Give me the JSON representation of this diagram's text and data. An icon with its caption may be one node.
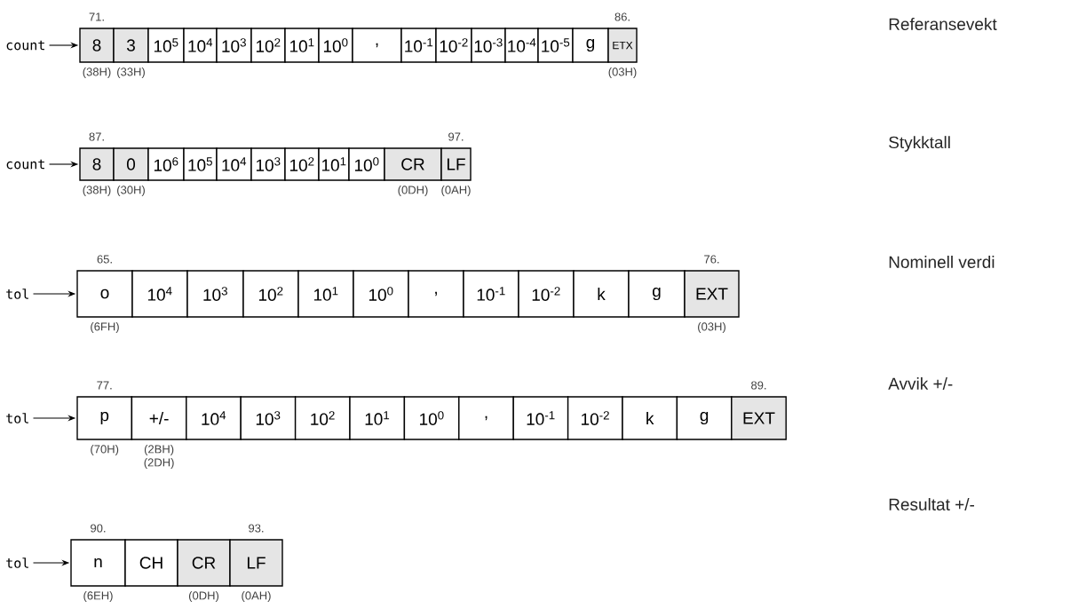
{
  "diagram": {
    "nodes": [
      {
        "text": [
          "count"
        ]
      },
      {
        "text": [
          "8"
        ],
        "beside": [
          "71.",
          "(38H)"
        ]
      },
      {
        "text": [
          "3"
        ],
        "beside": [
          "(33H)"
        ]
      },
      {
        "text": [
          "10$^{5}$"
        ]
      },
      {
        "text": [
          "10$^{4}$"
        ]
      },
      {
        "text": [
          "10$^{3}$"
        ]
      },
      {
        "text": [
          "10$^{2}$"
        ]
      },
      {
        "text": [
          "10$^{1}$"
        ]
      },
      {
        "text": [
          "10$^{0}$"
        ]
      },
      {
        "text": [
          ","
        ]
      },
      {
        "text": [
          "10$^{-1}$"
        ]
      },
      {
        "text": [
          "10$^{-2}$"
        ]
      },
      {
        "text": [
          "10$^{-3}$"
        ]
      },
      {
        "text": [
          "10$^{-4}$"
        ]
      },
      {
        "text": [
          "10$^{-5}$"
        ]
      },
      {
        "text": [
          "g"
        ]
      },
      {
        "text": [
          "ETX"
        ],
        "beside": [
          "86.",
          "(03H)"
        ]
      },
      {
        "text": [
          "count"
        ]
      },
      {
        "text": [
          "8"
        ],
        "beside": [
          "87.",
          "(38H)"
        ]
      },
      {
        "text": [
          "0"
        ],
        "beside": [
          "(30H)"
        ]
      },
      {
        "text": [
          "10$^{6}$"
        ]
      },
      {
        "text": [
          "10$^{5}$"
        ]
      },
      {
        "text": [
          "10$^{4}$"
        ]
      },
      {
        "text": [
          "10$^{3}$"
        ]
      },
      {
        "text": [
          "10$^{2}$"
        ]
      },
      {
        "text": [
          "10$^{1}$"
        ]
      },
      {
        "text": [
          "10$^{0}$"
        ]
      },
      {
        "text": [
          "CR"
        ],
        "beside": [
          "(0DH)"
        ]
      },
      {
        "text": [
          "LF"
        ],
        "beside": [
          "97.",
          "(0AH)"
        ]
      },
      {
        "text": [
          "tol"
        ]
      },
      {
        "text": [
          "o"
        ],
        "beside": [
          "65.",
          "(6FH)"
        ]
      },
      {
        "text": [
          "10$^{4}$"
        ]
      },
      {
        "text": [
          "10$^{3}$"
        ]
      },
      {
        "text": [
          "10$^{2}$"
        ]
      },
      {
        "text": [
          "10$^{1}$"
        ]
      },
      {
        "text": [
          "10$^{0}$"
        ]
      },
      {
        "text": [
          ","
        ]
      },
      {
        "text": [
          "10$^{-1}$"
        ]
      },
      {
        "text": [
          "10$^{-2}$"
        ]
      },
      {
        "text": [
          "k"
        ]
      },
      {
        "text": [
          "g"
        ]
      },
      {
        "text": [
          "EXT"
        ],
        "beside": [
          "76.",
          "(03H)"
        ]
      },
      {
        "text": [
          "tol"
        ]
      },
      {
        "text": [
          "p"
        ],
        "beside": [
          "77.",
          "(70H)"
        ]
      },
      {
        "text": [
          "+/-"
        ],
        "beside": [
          "(2BH)",
          "(2DH)"
        ]
      },
      {
        "text": [
          "10$^{4}$"
        ]
      },
      {
        "text": [
          "10$^{3}$"
        ]
      },
      {
        "text": [
          "10$^{2}$"
        ]
      },
      {
        "text": [
          "10$^{1}$"
        ]
      },
      {
        "text": [
          "10$^{0}$"
        ]
      },
      {
        "text": [
          ","
        ]
      },
      {
        "text": [
          "10$^{-1}$"
        ]
      },
      {
        "text": [
          "10$^{-2}$"
        ]
      },
      {
        "text": [
          "k"
        ]
      },
      {
        "text": [
          "g"
        ]
      },
      {
        "text": [
          "EXT"
        ],
        "beside": [
          "89."
        ]
      },
      {
        "text": [
          "tol"
        ]
      },
      {
        "text": [
          "n"
        ],
        "beside": [
          "90.",
          "(6EH)"
        ]
      },
      {
        "text": [
          "CH"
        ]
      },
      {
        "text": [
          "CR"
        ],
        "beside": [
          "(0DH)"
        ]
      },
      {
        "text": [
          "LF"
        ],
        "beside": [
          "93.",
          "(0AH)"
        ]
      }
    ],
    "edges": [
      {
        "from": 0,
        "to": 1,
        "arrow": "to"
      },
      {
        "from": 17,
        "to": 18,
        "arrow": "to"
      },
      {
        "from": 29,
        "to": 30,
        "arrow": "to"
      },
      {
        "from": 42,
        "to": 43,
        "arrow": "to"
      },
      {
        "from": 56,
        "to": 57,
        "arrow": "to"
      }
    ],
    "labels": [
      "Referansevekt",
      "Stykktall",
      "Nominell verdi",
      "Avvik +/-",
      "Resultat +/-"
    ]
  }
}
